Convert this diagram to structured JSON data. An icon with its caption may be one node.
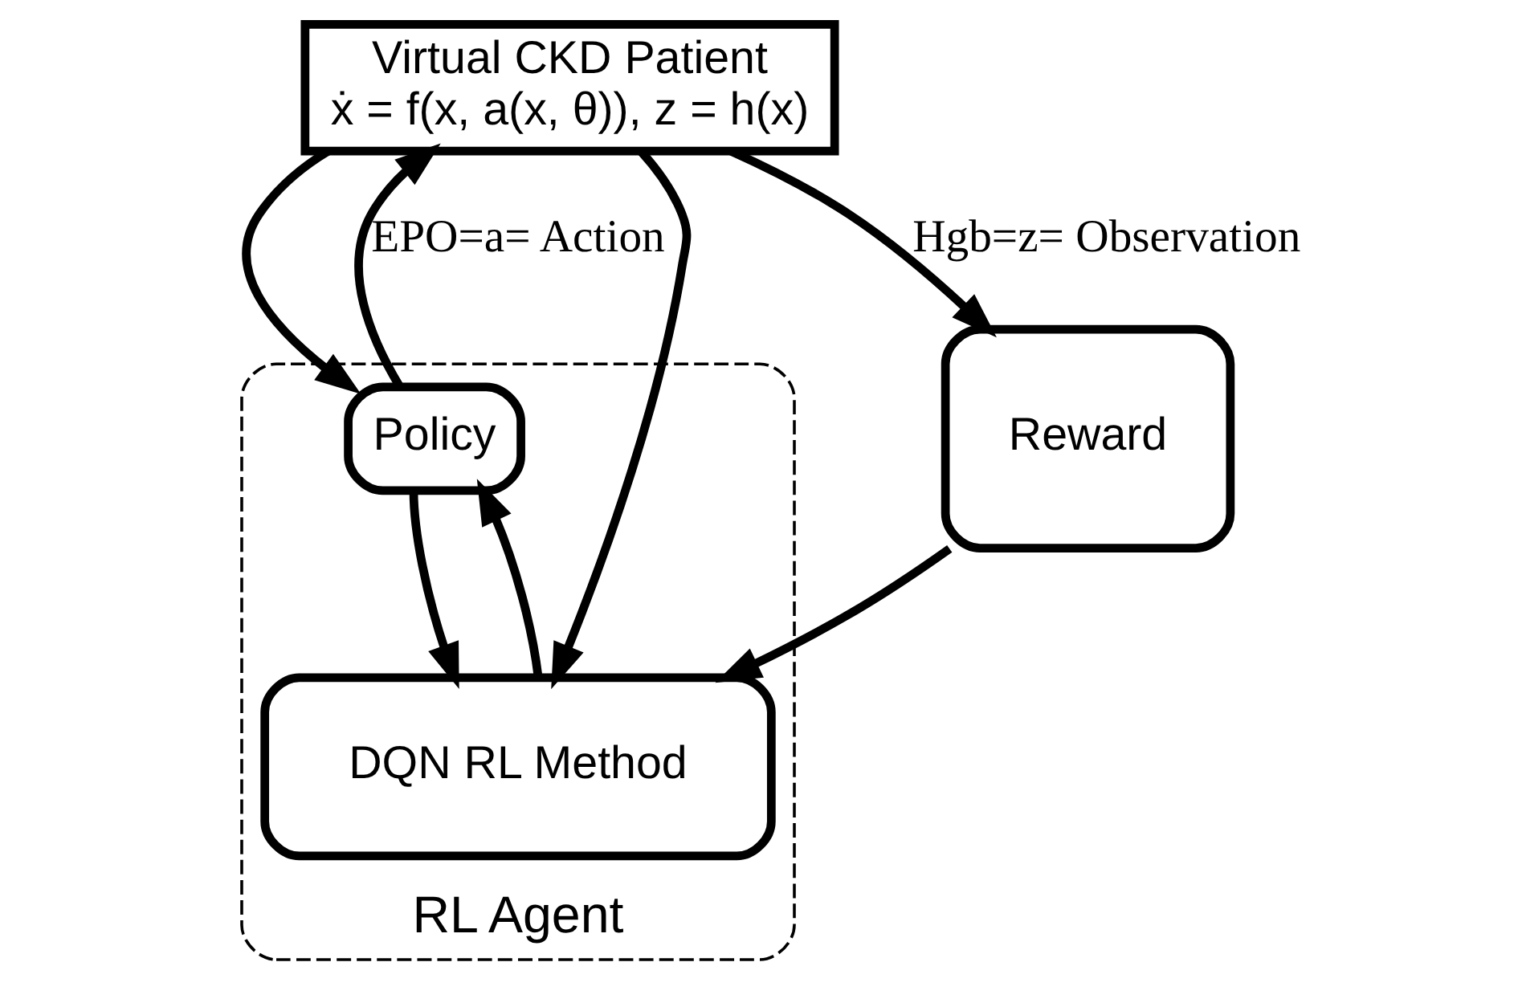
{
  "diagram": {
    "nodes": [
      {
        "text": [
          "Virtual CKD Patient",
          "ẋ = f(x, a(x, θ)), z = h(x)"
        ]
      },
      {
        "text": [
          "RL Agent"
        ]
      },
      {
        "text": [
          "Policy"
        ],
        "in": 1
      },
      {
        "text": [
          "DQN RL Method"
        ],
        "in": 1
      },
      {
        "text": [
          "Reward"
        ]
      }
    ],
    "edges": [
      {
        "from": 0,
        "to": 4,
        "arrow": "to",
        "label": "Hgb=z= Observation"
      },
      {
        "from": 0,
        "to": 2,
        "arrow": "to"
      },
      {
        "from": 0,
        "to": 3,
        "arrow": "to"
      },
      {
        "from": 2,
        "to": 0,
        "arrow": "to",
        "label": "EPO=a= Action"
      },
      {
        "from": 2,
        "to": 3,
        "arrow": "to"
      },
      {
        "from": 3,
        "to": 2,
        "arrow": "to"
      },
      {
        "from": 4,
        "to": 3,
        "arrow": "to"
      }
    ]
  }
}
